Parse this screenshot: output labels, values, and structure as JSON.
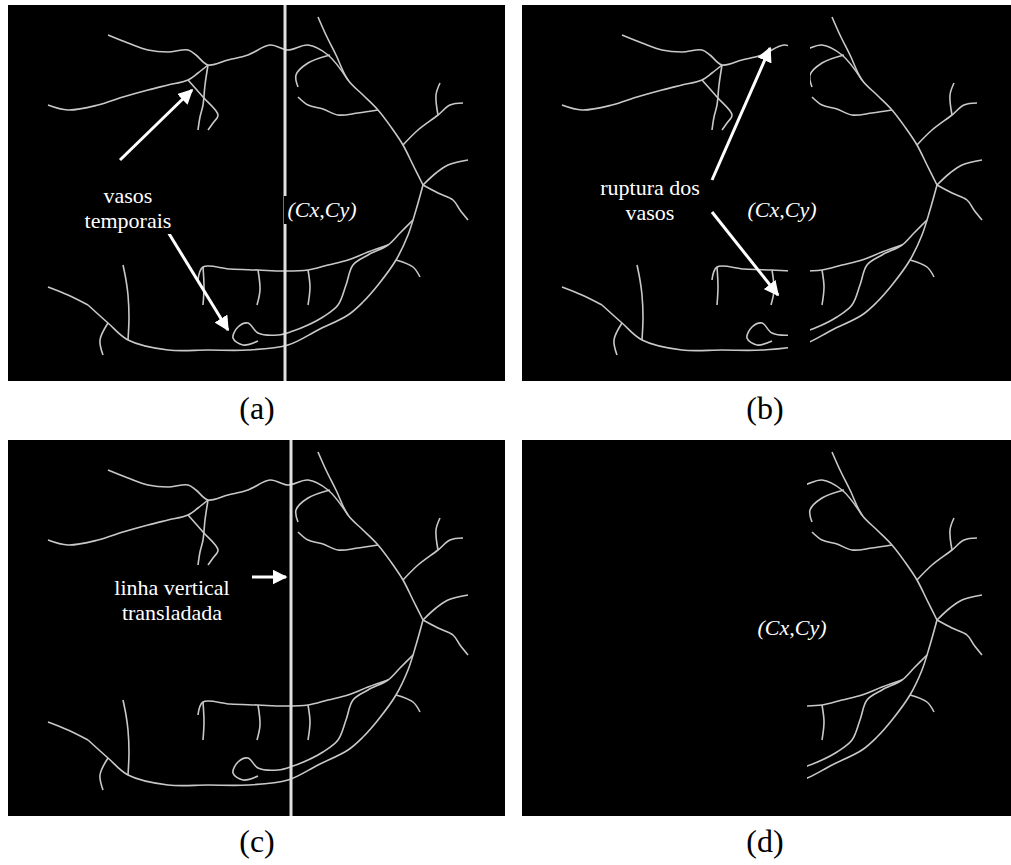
{
  "diagram": {
    "labels": [
      "vasos temporais",
      "(Cx,Cy)",
      "ruptura dos vasos",
      "(Cx,Cy)",
      "linha vertical transladada",
      "(Cx,Cy)",
      "(a)",
      "(b)",
      "(c)",
      "(d)"
    ]
  }
}
